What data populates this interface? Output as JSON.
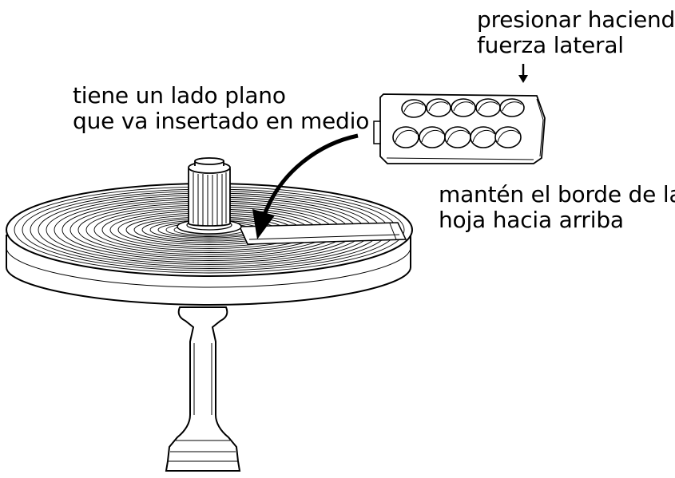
{
  "annotations": {
    "press": {
      "line1": "presionar haciendo",
      "line2": "fuerza lateral"
    },
    "flat_side": {
      "line1": "tiene un lado plano",
      "line2": "que va insertado en medio"
    },
    "edge_up": {
      "line1": "mantén el borde de la",
      "line2": "hoja hacia arriba"
    }
  },
  "colors": {
    "line": "#000000",
    "background": "#ffffff"
  }
}
